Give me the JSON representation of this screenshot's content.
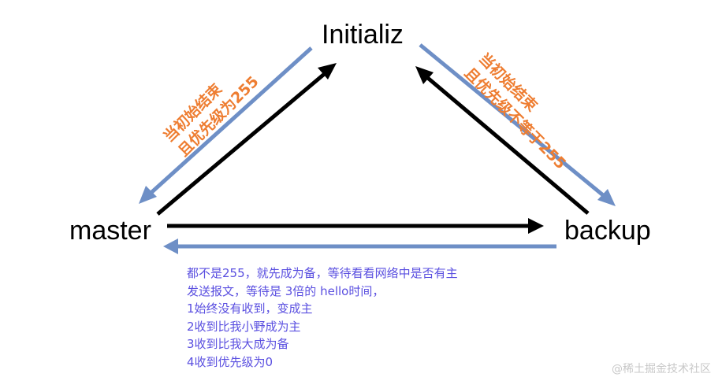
{
  "nodes": {
    "initializ": "Initializ",
    "master": "master",
    "backup": "backup"
  },
  "notes": {
    "left": [
      "当初始结束",
      "且优先级为255"
    ],
    "right": [
      "当初始结束",
      "且优先级不等于255"
    ],
    "bottom": [
      "都不是255，就先成为备，等待看看网络中是否有主",
      "发送报文，等待是 3倍的 hello时间，",
      "1始终没有收到，变成主",
      "2收到比我小野成为主",
      "3收到比我大成为备",
      "4收到优先级为0"
    ]
  },
  "watermark": "@稀土掘金技术社区",
  "colors": {
    "arrow_black": "#000000",
    "arrow_blue": "#6e8fc6",
    "note_orange": "#ee7d31",
    "note_purple": "#5a4fe0"
  }
}
